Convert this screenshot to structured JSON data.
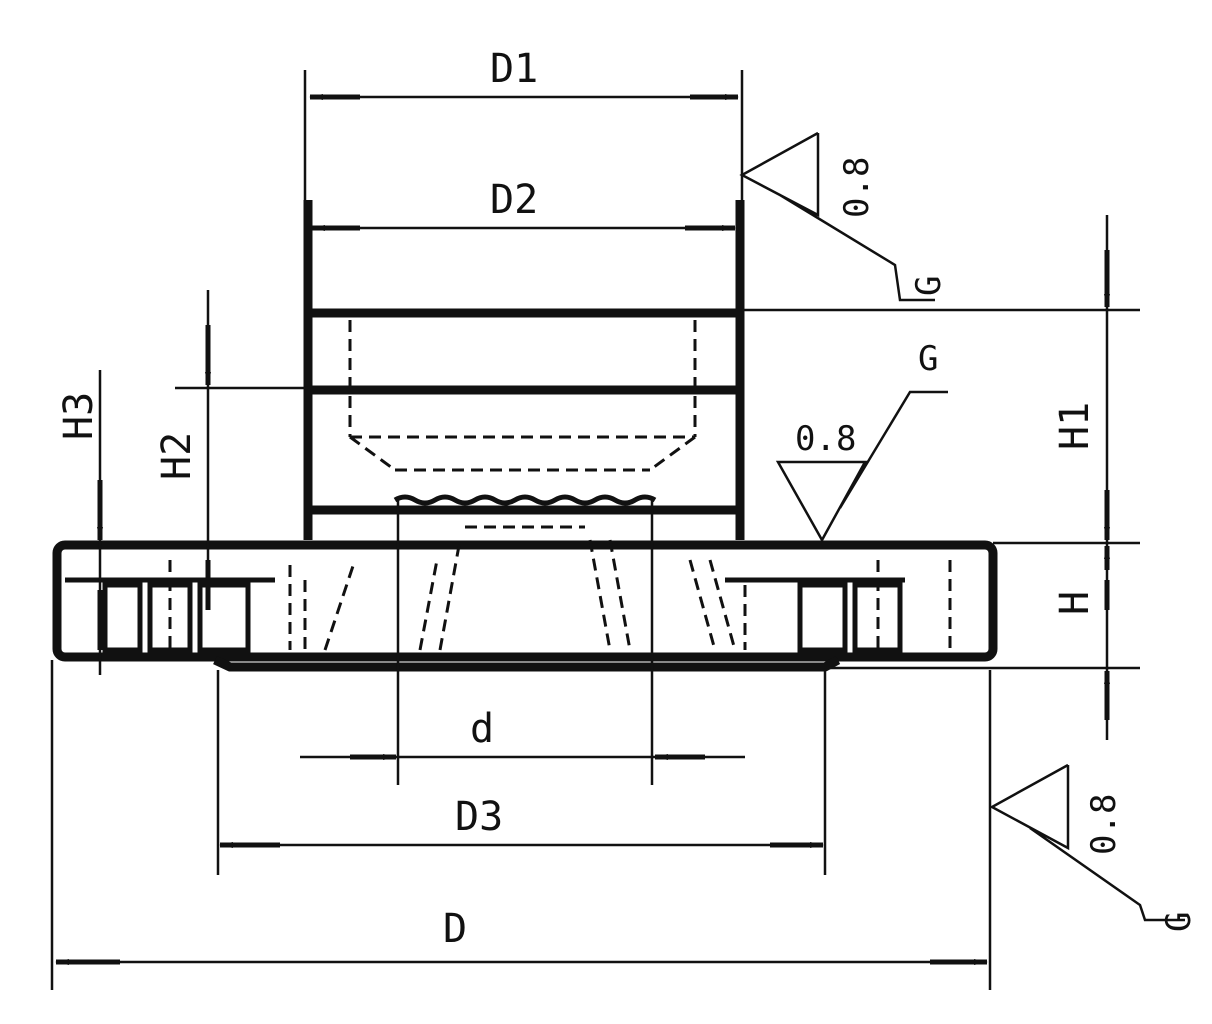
{
  "diagram": {
    "type": "flange technical drawing",
    "dimensions": {
      "D1": "D1",
      "D2": "D2",
      "D3": "D3",
      "D": "D",
      "d": "d",
      "H": "H",
      "H1": "H1",
      "H2": "H2",
      "H3": "H3"
    },
    "surface_finish": [
      {
        "value": "0.8",
        "grade": "G"
      },
      {
        "value": "0.8",
        "grade": "G"
      },
      {
        "value": "0.8",
        "grade": "G"
      }
    ],
    "colors": {
      "line": "#111111",
      "background": "#ffffff"
    }
  }
}
